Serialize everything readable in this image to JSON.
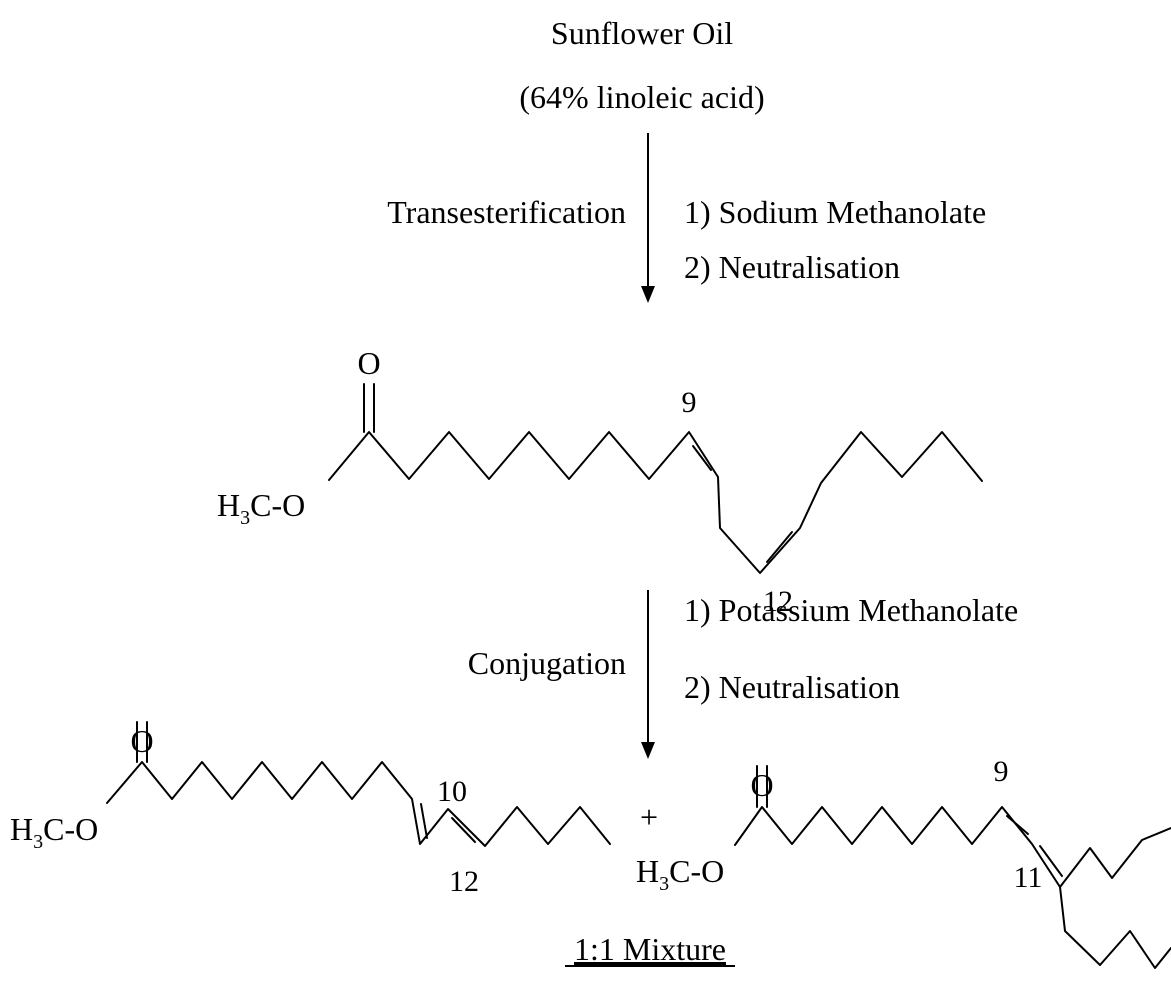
{
  "start": {
    "name": "Sunflower Oil",
    "composition": "(64% linoleic acid)"
  },
  "step1": {
    "label": "Transesterification",
    "reagent1": "1) Sodium Methanolate",
    "reagent2": "2) Neutralisation"
  },
  "intermediate": {
    "methyl_main": "H",
    "methyl_sub": "3",
    "methyl_rest": "C-O",
    "carbonyl_o": "O",
    "pos_a": "9",
    "pos_b": "12"
  },
  "step2": {
    "label": "Conjugation",
    "reagent1": "1)  Potassium Methanolate",
    "reagent2": "2)  Neutralisation"
  },
  "product_a": {
    "methyl_main": "H",
    "methyl_sub": "3",
    "methyl_rest": "C-O",
    "carbonyl_o": "O",
    "pos_a": "10",
    "pos_b": "12"
  },
  "plus": "+",
  "product_b": {
    "methyl_main": "H",
    "methyl_sub": "3",
    "methyl_rest": "C-O",
    "carbonyl_o": "O",
    "pos_a": "9",
    "pos_b": "11"
  },
  "mixture": "1:1 Mixture"
}
